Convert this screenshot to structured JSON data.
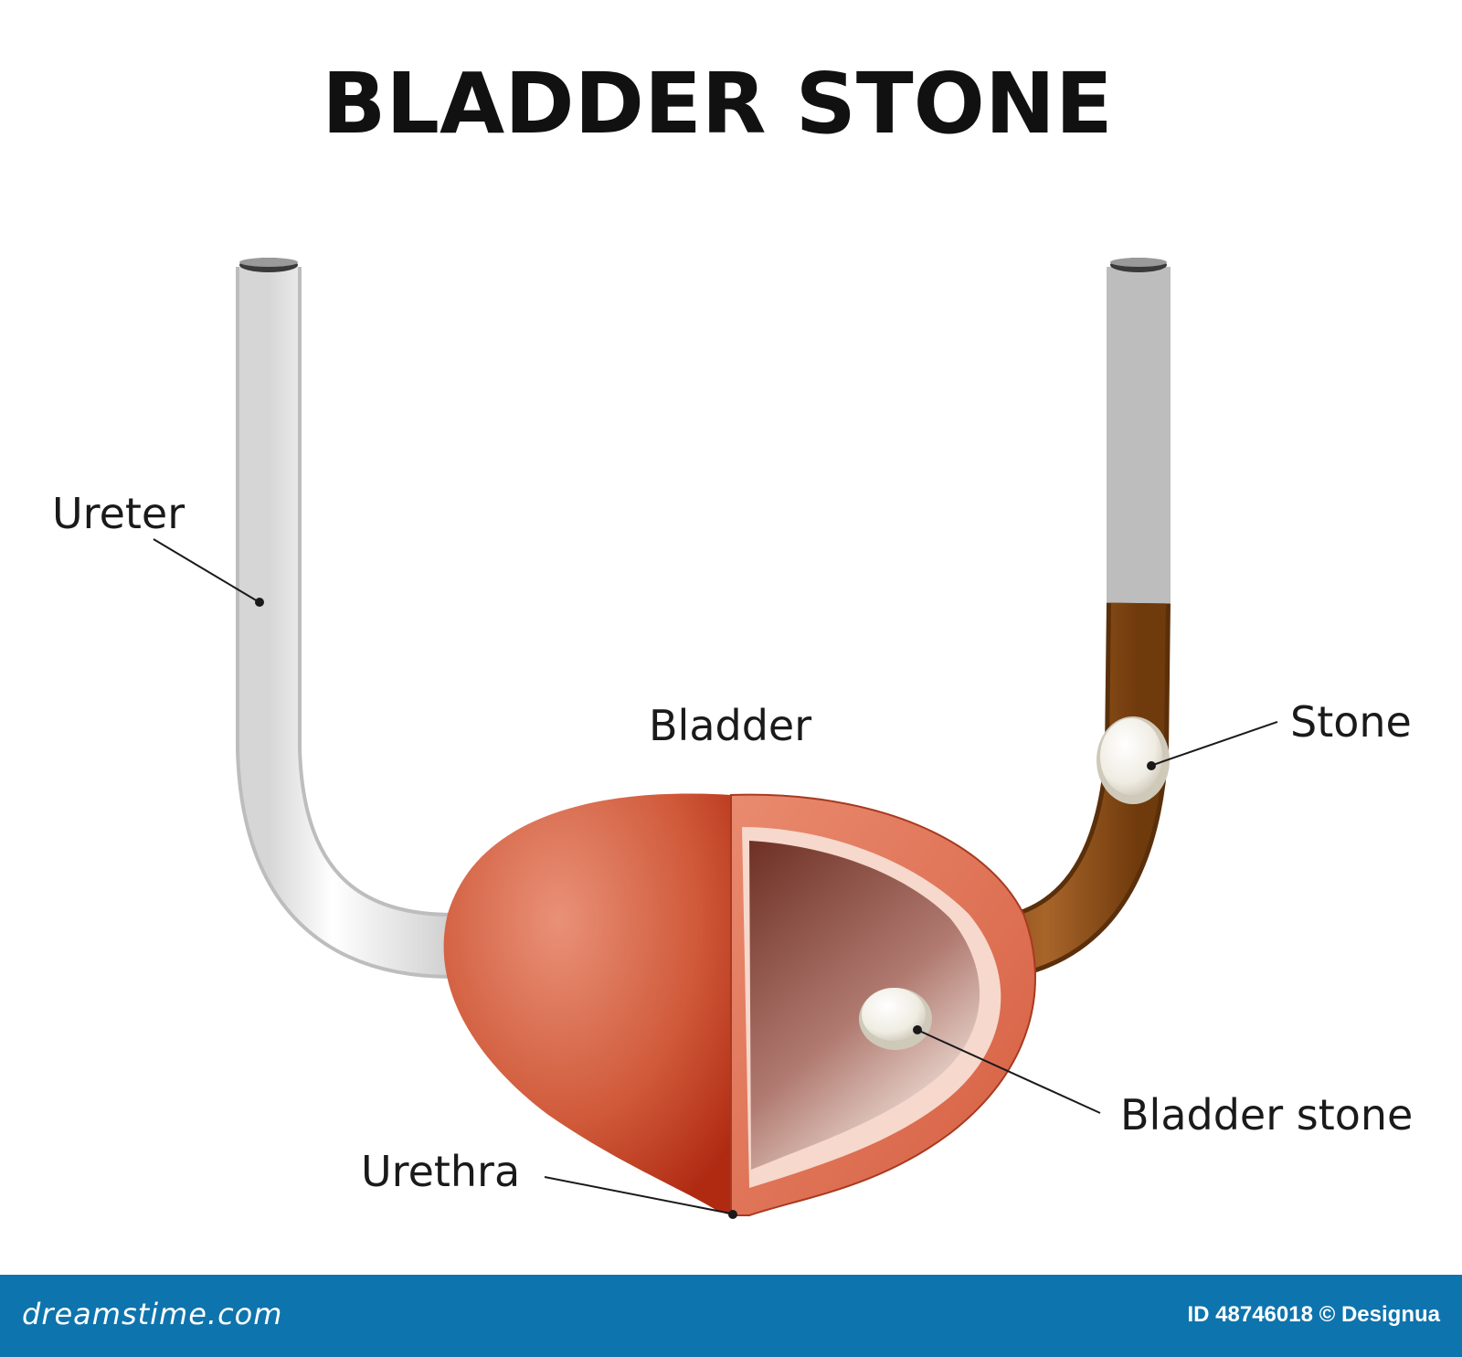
{
  "title": "BLADDER STONE",
  "labels": {
    "ureter": "Ureter",
    "bladder": "Bladder",
    "stone": "Stone",
    "bladder_stone": "Bladder stone",
    "urethra": "Urethra"
  },
  "footer": {
    "brand": "dreamstime.com",
    "stock_id": "ID 48746018 © Designua"
  },
  "colors": {
    "bladder_outer": "#c9452a",
    "bladder_cut": "#e0745a",
    "lumen": "#7a3a2e",
    "ureter_white": "#f4f4f4",
    "ureter_brown": "#9a5a1e",
    "stone": "#f5f3ec",
    "footer_bar": "#0e74ad"
  }
}
